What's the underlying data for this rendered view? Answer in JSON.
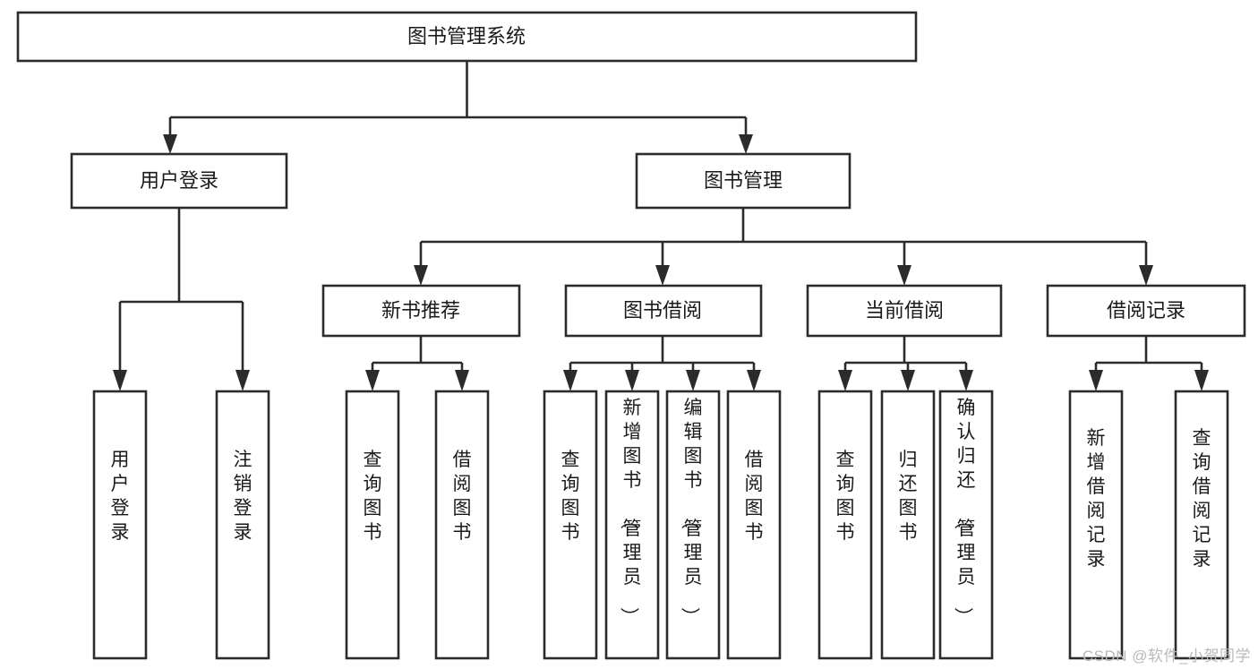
{
  "diagram": {
    "title": "图书管理系统",
    "type": "hierarchy-tree",
    "watermark": "CSDN @软件_小贺同学",
    "colors": {
      "stroke": "#2b2b2b",
      "fill": "#ffffff",
      "text": "#1a1a1a",
      "watermark": "#b9b9b9"
    },
    "root": {
      "label": "图书管理系统",
      "orientation": "horizontal"
    },
    "level2": [
      {
        "label": "用户登录",
        "orientation": "horizontal"
      },
      {
        "label": "图书管理",
        "orientation": "horizontal"
      }
    ],
    "level3": [
      {
        "label": "新书推荐",
        "orientation": "horizontal",
        "parent": "图书管理"
      },
      {
        "label": "图书借阅",
        "orientation": "horizontal",
        "parent": "图书管理"
      },
      {
        "label": "当前借阅",
        "orientation": "horizontal",
        "parent": "图书管理"
      },
      {
        "label": "借阅记录",
        "orientation": "horizontal",
        "parent": "图书管理"
      }
    ],
    "leaves": {
      "用户登录": [
        {
          "label": "用户登录",
          "orientation": "vertical"
        },
        {
          "label": "注销登录",
          "orientation": "vertical"
        }
      ],
      "新书推荐": [
        {
          "label": "查询图书",
          "orientation": "vertical"
        },
        {
          "label": "借阅图书",
          "orientation": "vertical"
        }
      ],
      "图书借阅": [
        {
          "label": "查询图书",
          "orientation": "vertical"
        },
        {
          "label": "新增图书（管理员）",
          "orientation": "vertical"
        },
        {
          "label": "编辑图书（管理员）",
          "orientation": "vertical"
        },
        {
          "label": "借阅图书",
          "orientation": "vertical"
        }
      ],
      "当前借阅": [
        {
          "label": "查询图书",
          "orientation": "vertical"
        },
        {
          "label": "归还图书",
          "orientation": "vertical"
        },
        {
          "label": "确认归还（管理员）",
          "orientation": "vertical"
        }
      ],
      "借阅记录": [
        {
          "label": "新增借阅记录",
          "orientation": "vertical"
        },
        {
          "label": "查询借阅记录",
          "orientation": "vertical"
        }
      ]
    }
  }
}
